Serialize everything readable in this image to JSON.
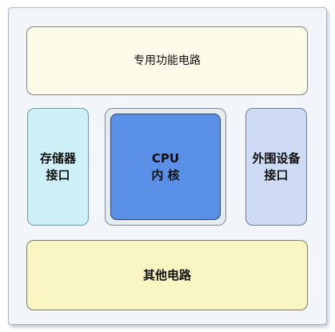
{
  "blocks": {
    "special_circuit": "专用功能电路",
    "memory_interface": {
      "line1": "存储器",
      "line2": "接口"
    },
    "cpu_core": {
      "line1": "CPU",
      "line2": "内 核"
    },
    "peripheral_interface": {
      "line1": "外围设备",
      "line2": "接口"
    },
    "other_circuit": "其他电路"
  },
  "colors": {
    "special": "#fdfcea",
    "memory": "#cdf1f6",
    "cpu_frame": "#e5ecef",
    "cpu_core": "#5a8fe8",
    "peripheral": "#cfdaf5",
    "other": "#f9f6c4",
    "background": "#f2f6fb"
  }
}
